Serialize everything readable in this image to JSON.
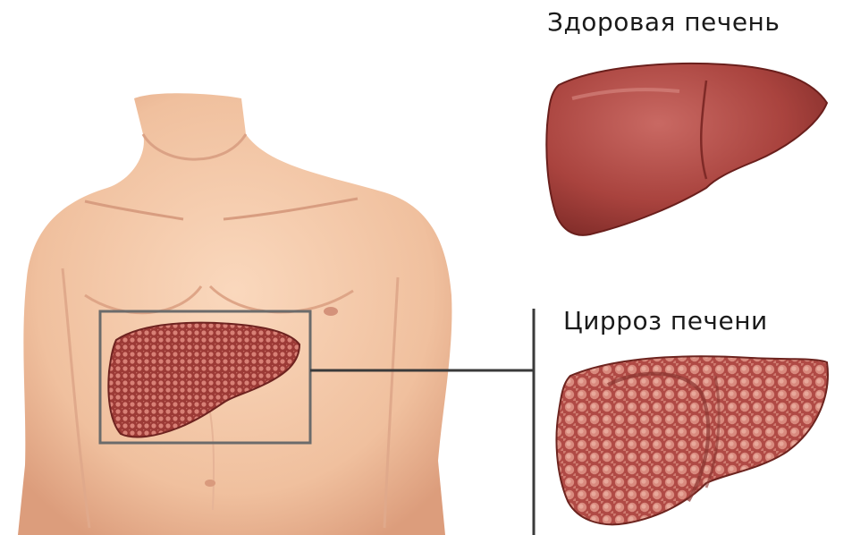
{
  "labels": {
    "healthy_liver": "Здоровая печень",
    "cirrhotic_liver": "Цирроз печени"
  },
  "colors": {
    "background": "#ffffff",
    "skin": "#f2c8a8",
    "skin_shadow": "#d99f7f",
    "healthy_liver": "#a9433e",
    "cirrhotic_liver": "#b14e49",
    "cirrhotic_nodule": "#d98a7e",
    "callout_box": "#6b6b6b",
    "connector": "#3a3a3a",
    "text": "#1a1a1a"
  },
  "icons": [
    "torso-illustration",
    "healthy-liver-illustration",
    "cirrhotic-liver-illustration"
  ]
}
